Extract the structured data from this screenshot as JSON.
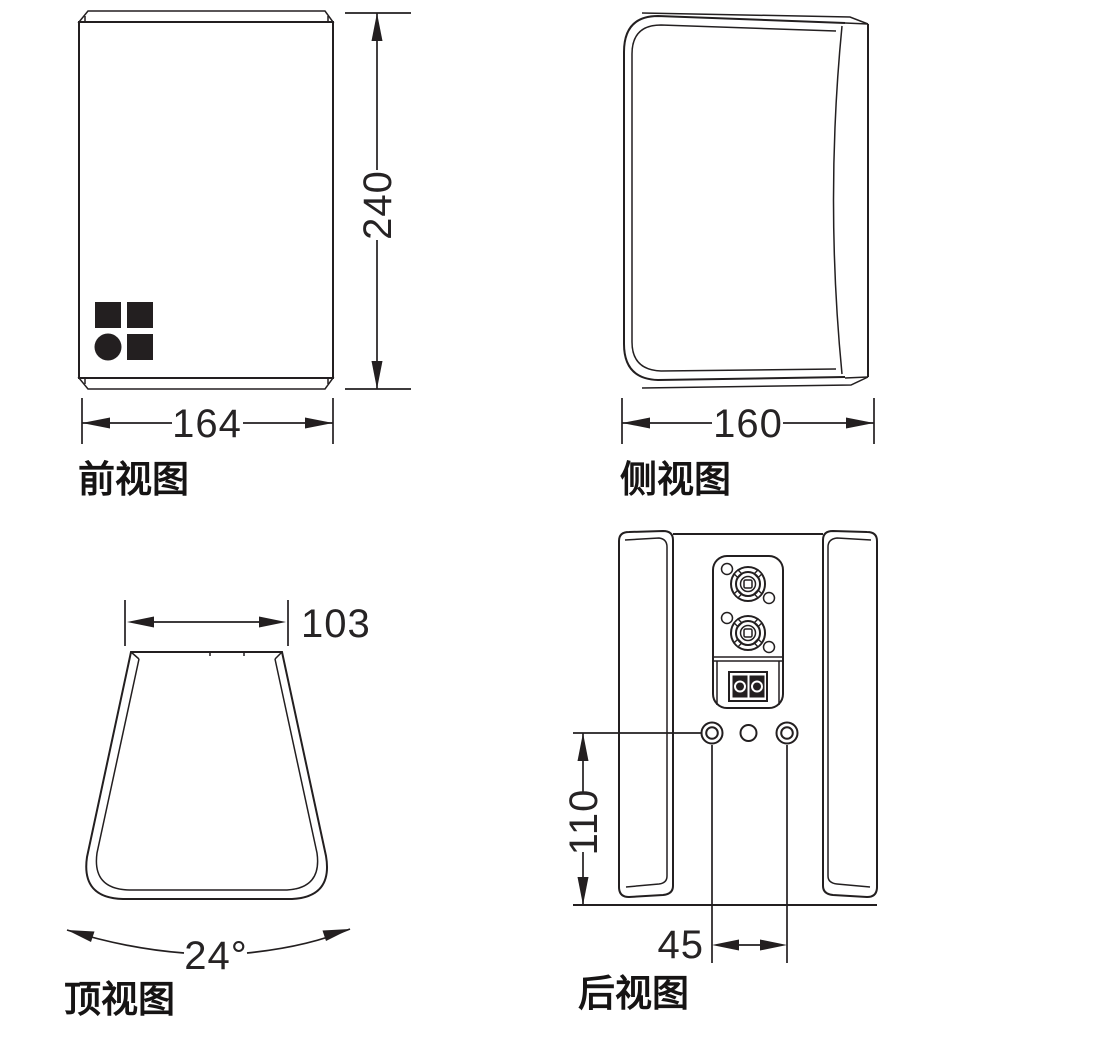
{
  "drawing": {
    "background": "#ffffff",
    "line_color": "#231f20",
    "views": {
      "front": {
        "label": "前视图",
        "width": "164",
        "height": "240"
      },
      "side": {
        "label": "侧视图",
        "width": "160"
      },
      "top": {
        "label": "顶视图",
        "width": "103",
        "angle": "24°"
      },
      "rear": {
        "label": "后视图",
        "height": "110",
        "spacing": "45"
      }
    },
    "icons": {
      "brand_logo": "db-audiotechnik-logo",
      "connector": "speakon-connector",
      "terminal": "screw-terminal-block",
      "mount": "mounting-point"
    }
  }
}
